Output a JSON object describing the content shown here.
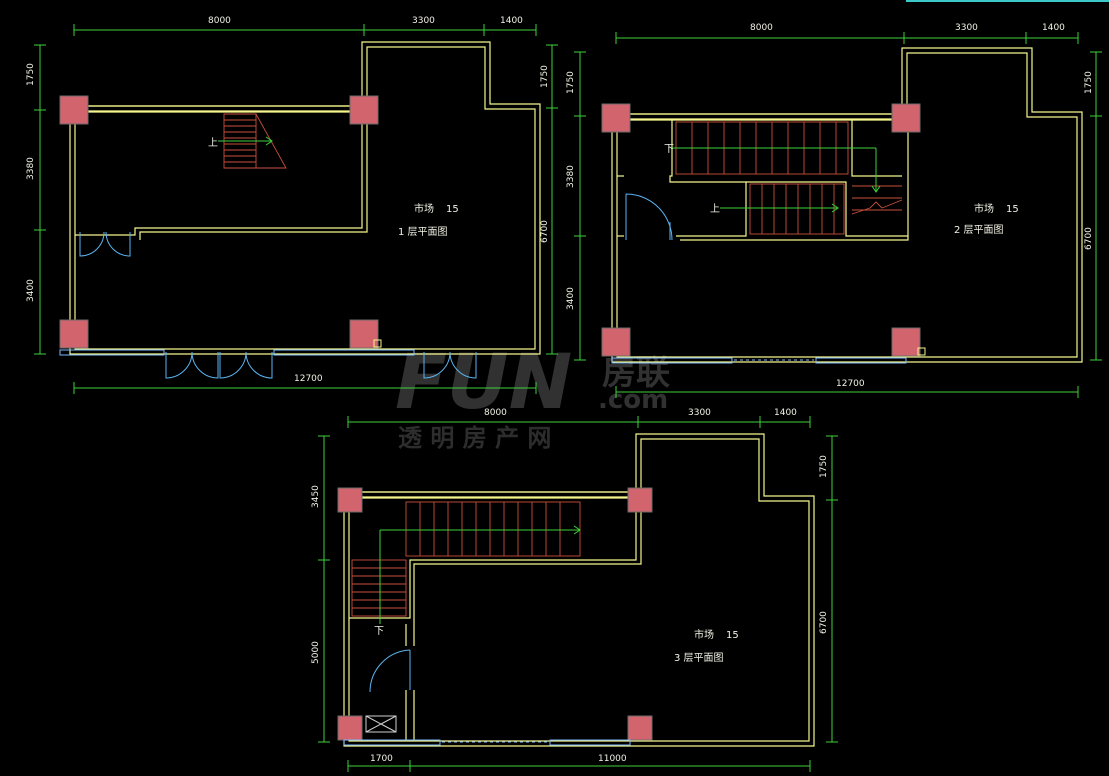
{
  "watermark": {
    "brand": "FUN",
    "brand_cn": "房联",
    "domain": ".com",
    "tagline": "透 明 房 产 网"
  },
  "plans": [
    {
      "id": "floor1",
      "room": "市场",
      "room_no": "15",
      "title": "1 层平面图",
      "stair_mark": "上",
      "dims_top": [
        "8000",
        "3300",
        "1400"
      ],
      "dims_left": [
        "1750",
        "3380",
        "3400"
      ],
      "dim_right_top": "1750",
      "dim_right": "6700",
      "dim_bottom": "12700"
    },
    {
      "id": "floor2",
      "room": "市场",
      "room_no": "15",
      "title": "2 层平面图",
      "stair_mark_up": "上",
      "stair_mark_down": "下",
      "dims_top": [
        "8000",
        "3300",
        "1400"
      ],
      "dims_left": [
        "1750",
        "3380",
        "3400"
      ],
      "dim_right_top": "1750",
      "dim_right": "6700",
      "dim_bottom": "12700"
    },
    {
      "id": "floor3",
      "room": "市场",
      "room_no": "15",
      "title": "3 层平面图",
      "stair_mark": "下",
      "dims_top": [
        "8000",
        "3300",
        "1400"
      ],
      "dims_left": [
        "3450",
        "5000"
      ],
      "dim_right_top": "1750",
      "dim_right": "6700",
      "dims_bottom": [
        "1700",
        "11000"
      ]
    }
  ],
  "colors": {
    "background": "#000000",
    "wall": "#f5f58c",
    "dimension": "#3cd23c",
    "stair": "#c8503c",
    "door": "#5ab4f0",
    "column": "#d2646e"
  }
}
